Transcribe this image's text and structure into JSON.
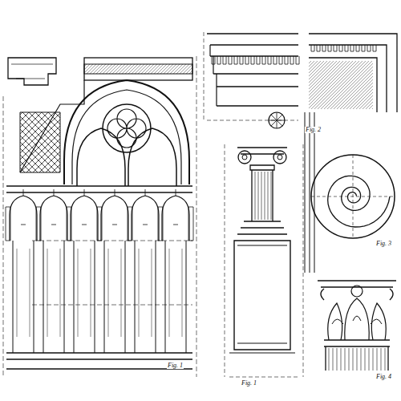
{
  "diagram": {
    "labels": [
      "Fig. 1",
      "Fig. 1",
      "Fig. 2",
      "Fig. 3",
      "Fig. 4"
    ]
  }
}
